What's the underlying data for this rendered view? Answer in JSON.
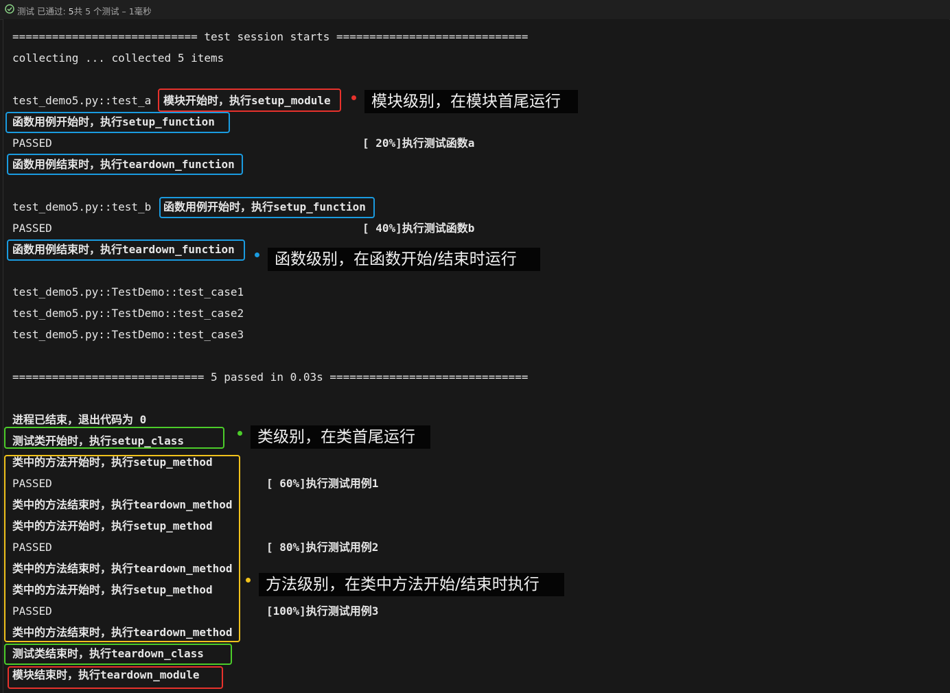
{
  "status_bar": {
    "icon": "check-circle-icon",
    "prefix": "测试 已通过:",
    "count": "5",
    "detail": "共 5 个测试 – 1毫秒"
  },
  "output": {
    "session_start": "============================ test session starts =============================",
    "collecting": "collecting ... collected 5 items",
    "test_a_name": "test_demo5.py::test_a",
    "passed": "PASSED",
    "progress_a": "[ 20%]执行测试函数a",
    "test_b_name": "test_demo5.py::test_b",
    "progress_b": "[ 40%]执行测试函数b",
    "case1": "test_demo5.py::TestDemo::test_case1",
    "case2": "test_demo5.py::TestDemo::test_case2",
    "case3": "test_demo5.py::TestDemo::test_case3",
    "summary": "============================= 5 passed in 0.03s ==============================",
    "process_end": "进程已结束，退出代码为 0",
    "progress_1": "[ 60%]执行测试用例1",
    "progress_2": "[ 80%]执行测试用例2",
    "progress_3": "[100%]执行测试用例3"
  },
  "log_labels": {
    "setup_module": "模块开始时，执行setup_module",
    "setup_function": "函数用例开始时，执行setup_function",
    "teardown_function": "函数用例结束时，执行teardown_function",
    "setup_class": "测试类开始时，执行setup_class",
    "setup_method": "类中的方法开始时，执行setup_method",
    "teardown_method": "类中的方法结束时，执行teardown_method",
    "teardown_class": "测试类结束时，执行teardown_class",
    "teardown_module": "模块结束时，执行teardown_module"
  },
  "annotations": {
    "module": "模块级别，在模块首尾运行",
    "function": "函数级别，在函数开始/结束时运行",
    "class": "类级别，在类首尾运行",
    "method": "方法级别，在类中方法开始/结束时执行"
  },
  "colors": {
    "module": "#e8322c",
    "function": "#1a9be0",
    "class": "#4ccd2a",
    "method": "#f1c21c",
    "background": "#181818"
  }
}
